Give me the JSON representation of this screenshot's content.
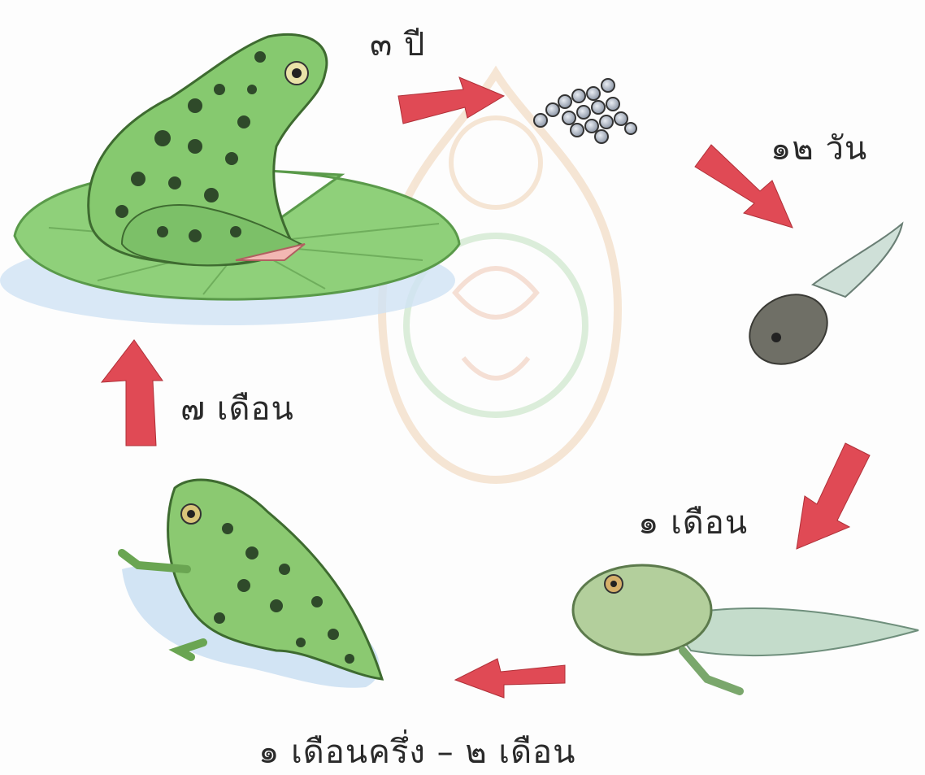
{
  "labels": {
    "adult_to_eggs": "๓ ปี",
    "eggs_to_tadpole": "๑๒ วัน",
    "tadpole_to_legged": "๑ เดือน",
    "legged_to_froglet": "๑ เดือนครึ่ง – ๒ เดือน",
    "froglet_to_adult": "๗ เดือน"
  },
  "colors": {
    "arrow": "#e04a55",
    "frog_green": "#7cc26a",
    "frog_spots": "#2f4a2a",
    "lily_pad": "#8fd07a",
    "water": "#bcd8f0",
    "tadpole_dark": "#6f6f66",
    "tadpole_light": "#b8d6b0",
    "watermark": "#f1d9b8"
  },
  "icons": [
    "adult-frog-on-lily-pad-icon",
    "frog-eggs-icon",
    "tadpole-icon",
    "tadpole-with-legs-icon",
    "froglet-icon",
    "watermark-seal-icon"
  ]
}
